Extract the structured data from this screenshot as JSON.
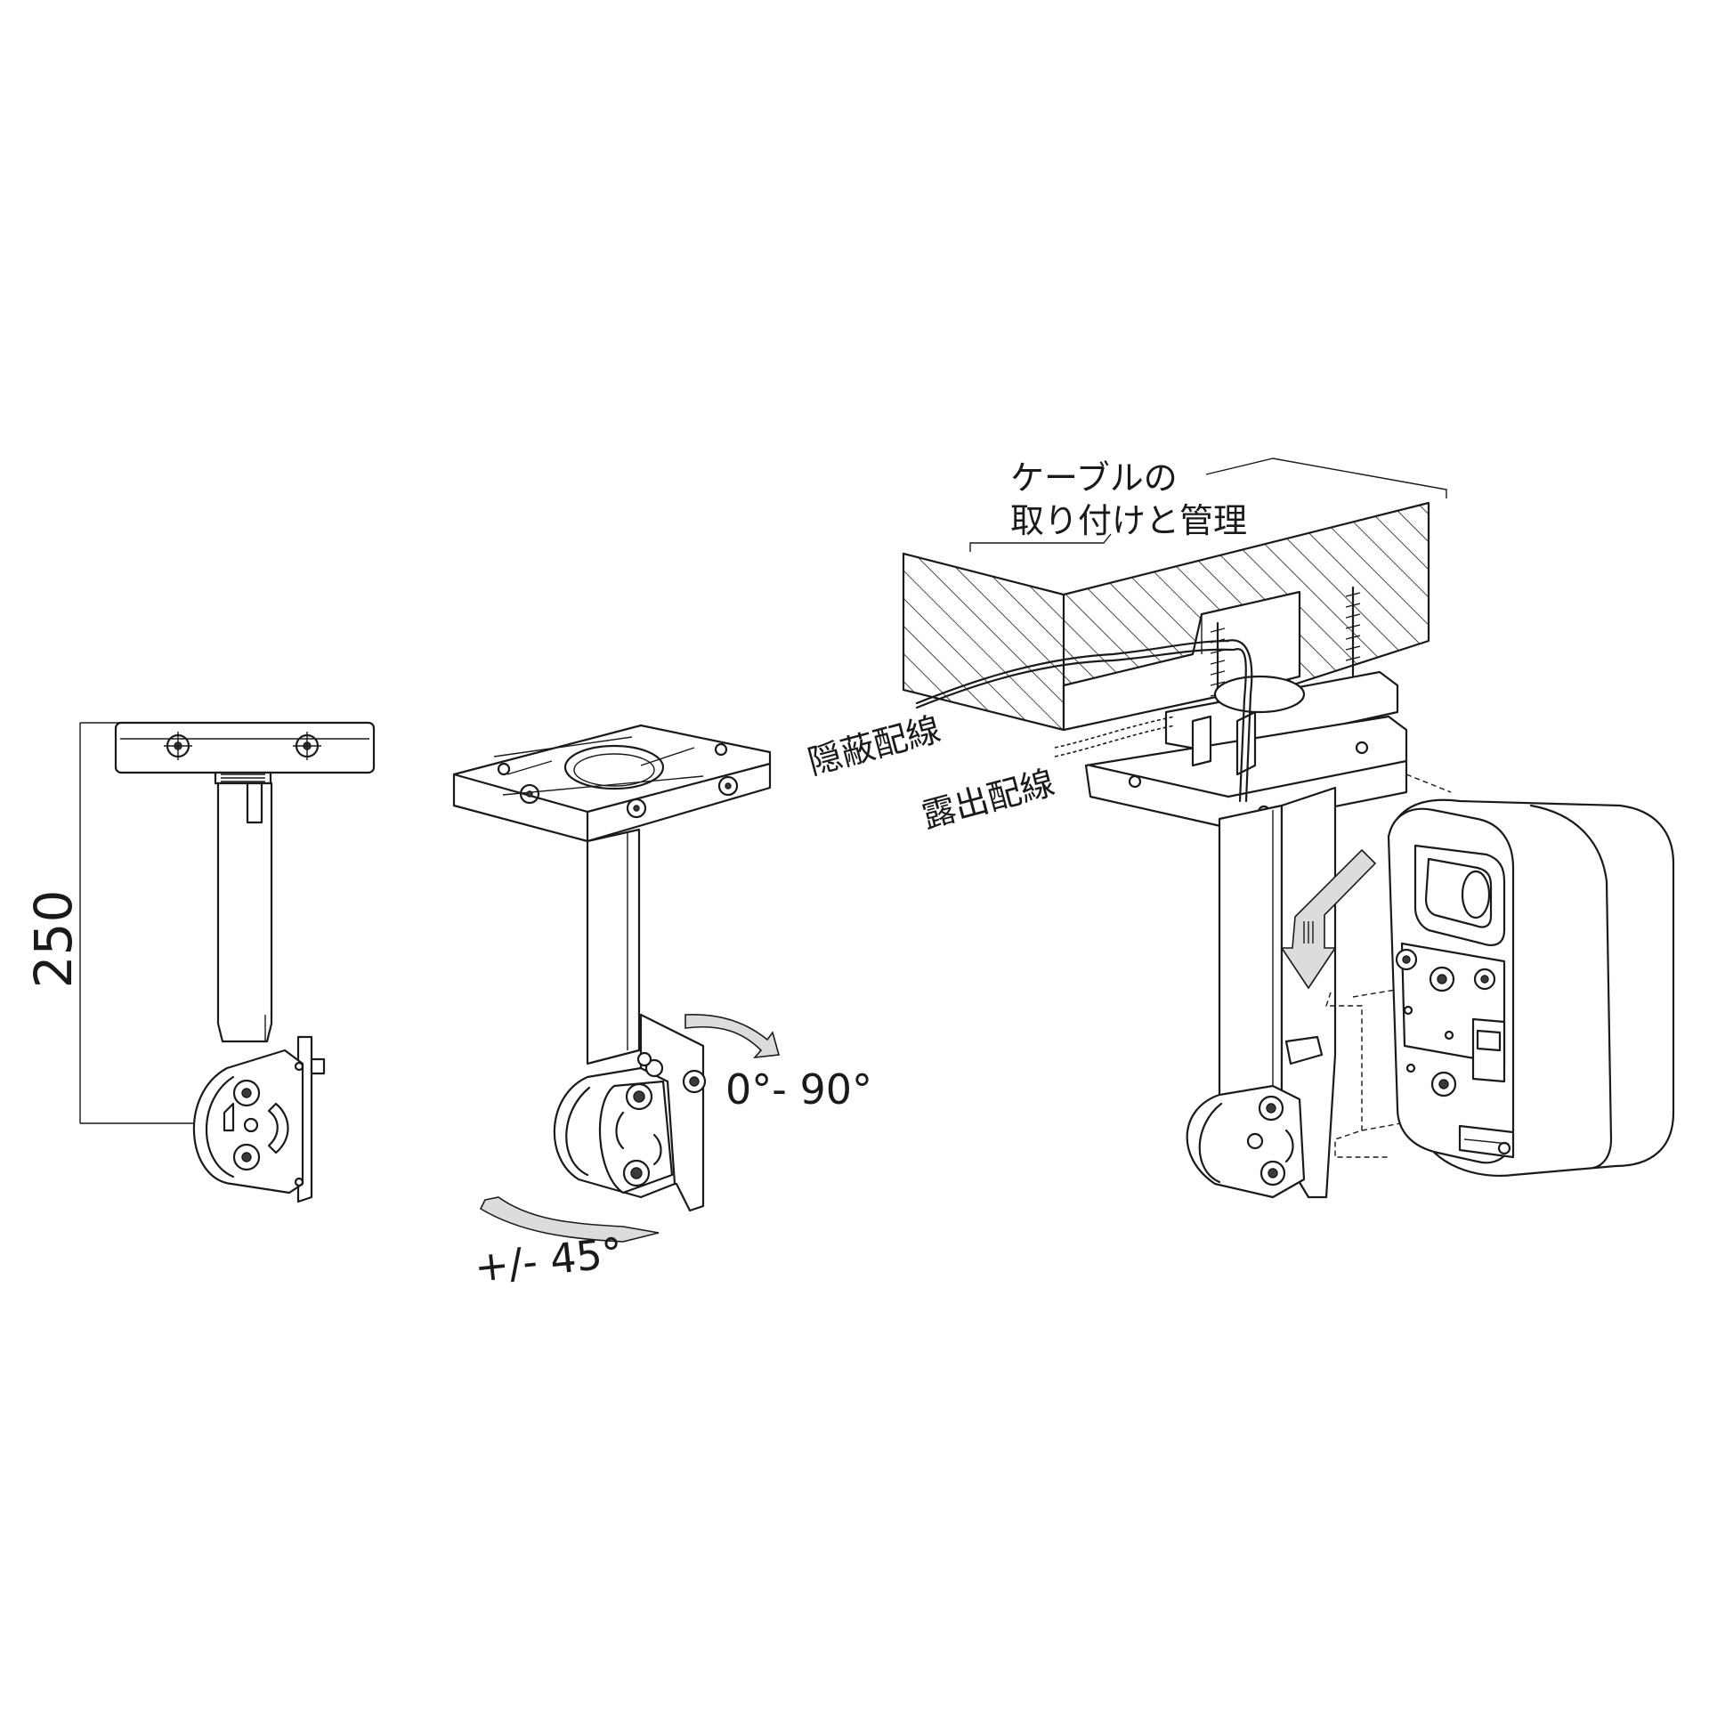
{
  "dimension": {
    "value": "250"
  },
  "rotations": {
    "pan": "0°- 90°",
    "tilt": "+/- 45°"
  },
  "cable": {
    "title_line1": "ケーブルの",
    "title_line2": "取り付けと管理",
    "concealed": "隠蔽配線",
    "exposed": "露出配線"
  }
}
